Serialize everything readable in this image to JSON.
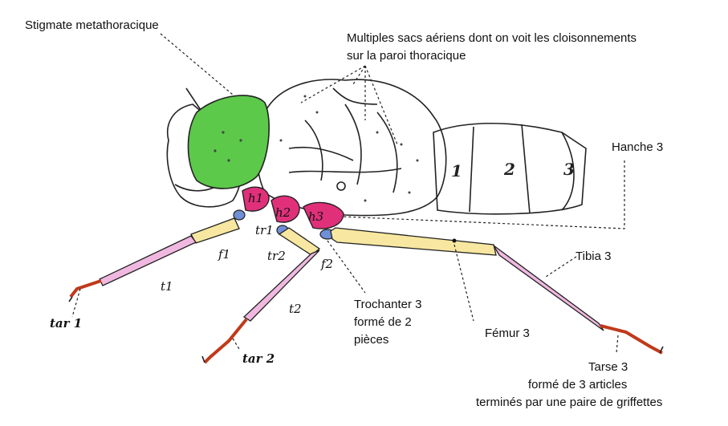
{
  "labels": {
    "stigmate": "Stigmate metathoracique",
    "sacs_line1": "Multiples sacs aériens dont on voit les cloisonnements",
    "sacs_line2": "sur la paroi thoracique",
    "hanche3": "Hanche 3",
    "tibia3": "Tibia 3",
    "trochanter_line1": "Trochanter 3",
    "trochanter_line2": "formé de 2",
    "trochanter_line3": "pièces",
    "femur3": "Fémur 3",
    "tarse_line1": "Tarse 3",
    "tarse_line2": "formé de 3 articles",
    "tarse_line3": "terminés par une paire de griffettes"
  },
  "hand_labels": {
    "h1": "h1",
    "h2": "h2",
    "h3": "h3",
    "tr1": "tr1",
    "tr2": "tr2",
    "f1": "f1",
    "f2": "f2",
    "t1": "t1",
    "t2": "t2",
    "tar1": "tar 1",
    "tar2": "tar 2",
    "seg1": "1",
    "seg2": "2",
    "seg3": "3"
  },
  "colors": {
    "stigmate": "#5cc94a",
    "hanche": "#e0307a",
    "trochanter": "#6f8fd6",
    "femur": "#f7e7a0",
    "tibia": "#f0b8e0",
    "tarse": "#c0391b",
    "outline": "#222222"
  }
}
